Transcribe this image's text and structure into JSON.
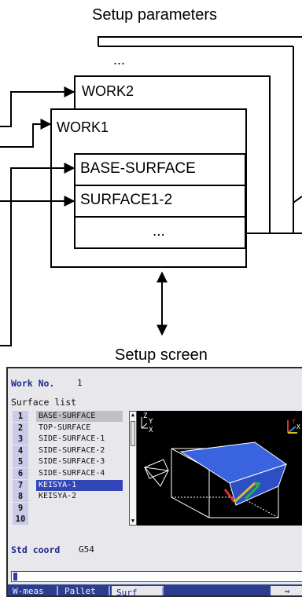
{
  "diagram": {
    "title": "Setup parameters",
    "boxes": {
      "back": "...",
      "work2": "WORK2",
      "work1": "WORK1"
    },
    "list": [
      "BASE-SURFACE",
      "SURFACE1-2",
      "..."
    ],
    "footer": "Setup screen"
  },
  "screen": {
    "work_no_label": "Work No.",
    "work_no_value": "1",
    "surface_list_label": "Surface list",
    "rows": [
      {
        "num": "1",
        "name": "BASE-SURFACE",
        "state": "gray"
      },
      {
        "num": "2",
        "name": "TOP-SURFACE",
        "state": ""
      },
      {
        "num": "3",
        "name": "SIDE-SURFACE-1",
        "state": ""
      },
      {
        "num": "4",
        "name": "SIDE-SURFACE-2",
        "state": ""
      },
      {
        "num": "5",
        "name": "SIDE-SURFACE-3",
        "state": ""
      },
      {
        "num": "6",
        "name": "SIDE-SURFACE-4",
        "state": ""
      },
      {
        "num": "7",
        "name": "KEISYA-1",
        "state": "blue"
      },
      {
        "num": "8",
        "name": "KEISYA-2",
        "state": ""
      },
      {
        "num": "9",
        "name": "",
        "state": ""
      },
      {
        "num": "10",
        "name": "",
        "state": ""
      }
    ],
    "std_coord_label": "Std coord",
    "std_coord_value": "G54",
    "axis": {
      "z": "Z",
      "y": "Y",
      "x": "X"
    },
    "softkeys": [
      "W-meas",
      "Pallet",
      "Surf"
    ],
    "softkey_arrow": "⇒",
    "colors": {
      "header_blue": "#1c2a8c",
      "selection_blue": "#3246b8",
      "softkey_bar": "#2b3d8e",
      "plane_blue": "#3a63e0"
    }
  }
}
